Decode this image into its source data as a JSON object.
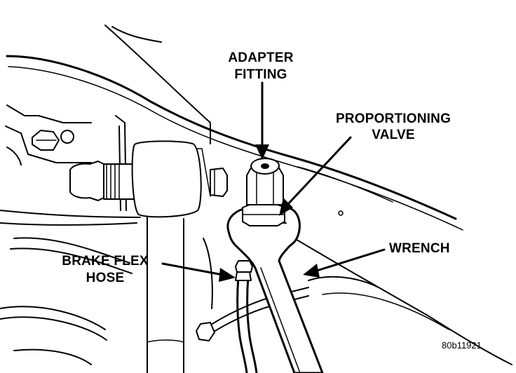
{
  "callouts": {
    "adapter_fitting": [
      "ADAPTER",
      "FITTING"
    ],
    "proportioning_valve": [
      "PROPORTIONING",
      "VALVE"
    ],
    "wrench": "WRENCH",
    "brake_flex_hose": [
      "BRAKE FLEX",
      "HOSE"
    ]
  },
  "figure_id": "80b11921",
  "colors": {
    "ink": "#000000",
    "paper": "#ffffff"
  }
}
